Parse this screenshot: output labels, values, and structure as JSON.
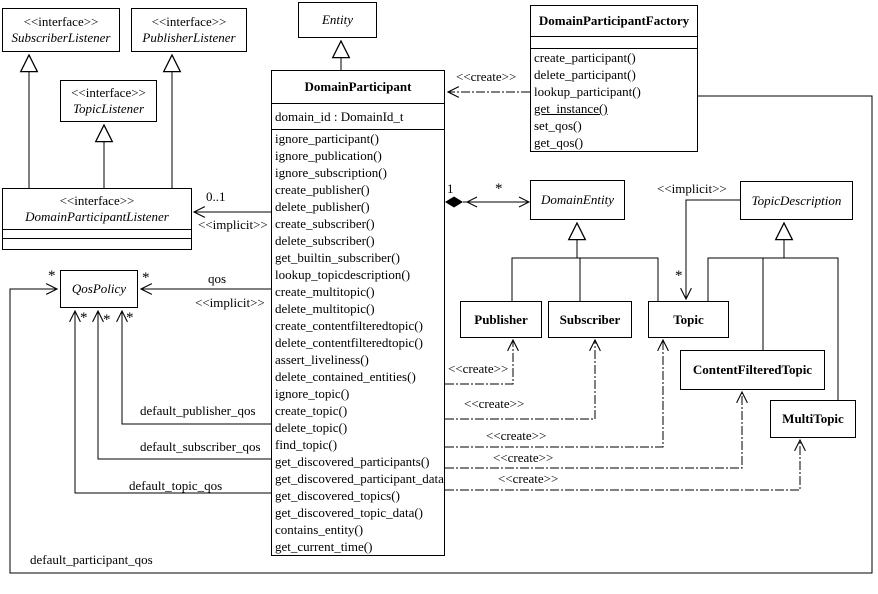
{
  "classes": {
    "subscriber_listener": {
      "stereotype": "<<interface>>",
      "name": "SubscriberListener"
    },
    "publisher_listener": {
      "stereotype": "<<interface>>",
      "name": "PublisherListener"
    },
    "topic_listener": {
      "stereotype": "<<interface>>",
      "name": "TopicListener"
    },
    "domain_participant_listener": {
      "stereotype": "<<interface>>",
      "name": "DomainParticipantListener"
    },
    "entity": {
      "name": "Entity"
    },
    "domain_participant_factory": {
      "name": "DomainParticipantFactory",
      "methods": [
        {
          "text": "create_participant()"
        },
        {
          "text": "delete_participant()"
        },
        {
          "text": "lookup_participant()"
        },
        {
          "text": "get_instance()",
          "u": true
        },
        {
          "text": "set_qos()"
        },
        {
          "text": "get_qos()"
        }
      ]
    },
    "domain_participant": {
      "name": "DomainParticipant",
      "attributes": [
        "domain_id : DomainId_t"
      ],
      "methods": [
        "ignore_participant()",
        "ignore_publication()",
        "ignore_subscription()",
        "create_publisher()",
        "delete_publisher()",
        "create_subscriber()",
        "delete_subscriber()",
        "get_builtin_subscriber()",
        "lookup_topicdescription()",
        "create_multitopic()",
        "delete_multitopic()",
        "create_contentfilteredtopic()",
        "delete_contentfilteredtopic()",
        "assert_liveliness()",
        "delete_contained_entities()",
        "ignore_topic()",
        "create_topic()",
        "delete_topic()",
        "find_topic()",
        "get_discovered_participants()",
        "get_discovered_participant_data()",
        "get_discovered_topics()",
        "get_discovered_topic_data()",
        "contains_entity()",
        "get_current_time()"
      ]
    },
    "qos_policy": {
      "name": "QosPolicy"
    },
    "domain_entity": {
      "name": "DomainEntity"
    },
    "topic_description": {
      "name": "TopicDescription"
    },
    "publisher": {
      "name": "Publisher"
    },
    "subscriber": {
      "name": "Subscriber"
    },
    "topic": {
      "name": "Topic"
    },
    "content_filtered_topic": {
      "name": "ContentFilteredTopic"
    },
    "multi_topic": {
      "name": "MultiTopic"
    }
  },
  "labels": {
    "create": "<<create>>",
    "implicit": "<<implicit>>",
    "qos": "qos",
    "default_publisher_qos": "default_publisher_qos",
    "default_subscriber_qos": "default_subscriber_qos",
    "default_topic_qos": "default_topic_qos",
    "default_participant_qos": "default_participant_qos",
    "mult_zero_one": "0..1",
    "mult_one": "1",
    "mult_many": "*"
  },
  "colors": {
    "line": "#000000",
    "background": "#ffffff"
  }
}
